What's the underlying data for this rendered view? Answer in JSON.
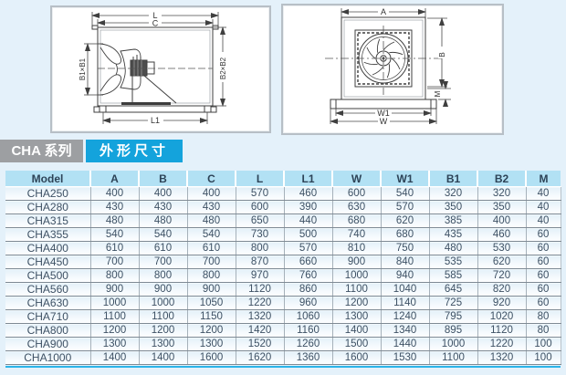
{
  "title_bar": {
    "series_label": "CHA 系列",
    "section_label": "外形尺寸"
  },
  "diagrams": {
    "side_view": {
      "labels": {
        "l": "L",
        "c": "C",
        "b1": "B1×B1",
        "b2": "B2×B2",
        "l1": "L1"
      }
    },
    "front_view": {
      "labels": {
        "a": "A",
        "b": "B",
        "m": "M",
        "w1": "W1",
        "w": "W"
      }
    }
  },
  "table": {
    "columns": [
      "Model",
      "A",
      "B",
      "C",
      "L",
      "L1",
      "W",
      "W1",
      "B1",
      "B2",
      "M"
    ],
    "rows": [
      [
        "CHA250",
        400,
        400,
        400,
        570,
        460,
        600,
        540,
        320,
        320,
        40
      ],
      [
        "CHA280",
        430,
        430,
        430,
        600,
        390,
        630,
        570,
        350,
        350,
        40
      ],
      [
        "CHA315",
        480,
        480,
        480,
        650,
        440,
        680,
        620,
        385,
        400,
        40
      ],
      [
        "CHA355",
        540,
        540,
        540,
        730,
        500,
        740,
        680,
        435,
        460,
        60
      ],
      [
        "CHA400",
        610,
        610,
        610,
        800,
        570,
        810,
        750,
        480,
        530,
        60
      ],
      [
        "CHA450",
        700,
        700,
        700,
        870,
        660,
        900,
        840,
        535,
        620,
        60
      ],
      [
        "CHA500",
        800,
        800,
        800,
        970,
        760,
        1000,
        940,
        585,
        720,
        60
      ],
      [
        "CHA560",
        900,
        900,
        900,
        1120,
        860,
        1100,
        1040,
        645,
        820,
        60
      ],
      [
        "CHA630",
        1000,
        1000,
        1050,
        1220,
        960,
        1200,
        1140,
        725,
        920,
        60
      ],
      [
        "CHA710",
        1100,
        1100,
        1150,
        1320,
        1060,
        1300,
        1240,
        795,
        1020,
        80
      ],
      [
        "CHA800",
        1200,
        1200,
        1200,
        1420,
        1160,
        1400,
        1340,
        895,
        1120,
        80
      ],
      [
        "CHA900",
        1300,
        1300,
        1300,
        1520,
        1260,
        1500,
        1440,
        1000,
        1220,
        100
      ],
      [
        "CHA1000",
        1400,
        1400,
        1600,
        1620,
        1360,
        1600,
        1530,
        1100,
        1320,
        100
      ]
    ]
  },
  "colors": {
    "page_bg": "#e4f1fa",
    "accent_blue": "#14a3dc",
    "chip_gray": "#9d9fa2",
    "table_header_bg": "#b2e1f4",
    "row_separator": "#7e8a94",
    "bottom_rule": "#2cb4e8"
  }
}
